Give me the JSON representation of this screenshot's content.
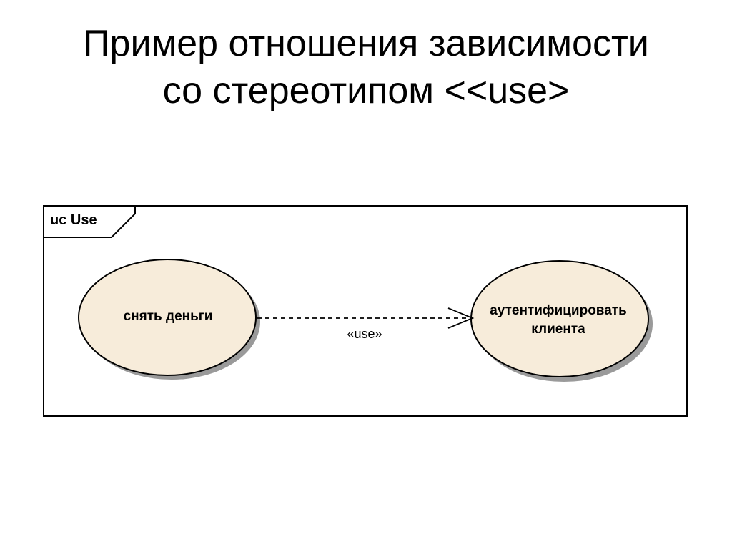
{
  "title": {
    "line1": "Пример отношения зависимости",
    "line2": "со стереотипом <<use>"
  },
  "diagram": {
    "frame_label": "uc Use",
    "use_cases": [
      {
        "label": "снять деньги"
      },
      {
        "label_line1": "аутентифицировать",
        "label_line2": "клиента"
      }
    ],
    "relation": {
      "stereotype": "«use»",
      "line_style": "dashed",
      "arrowhead": "open"
    },
    "colors": {
      "use_case_fill": "#f7ecda",
      "use_case_shadow": "#9a9a9a",
      "stroke": "#000000"
    }
  }
}
